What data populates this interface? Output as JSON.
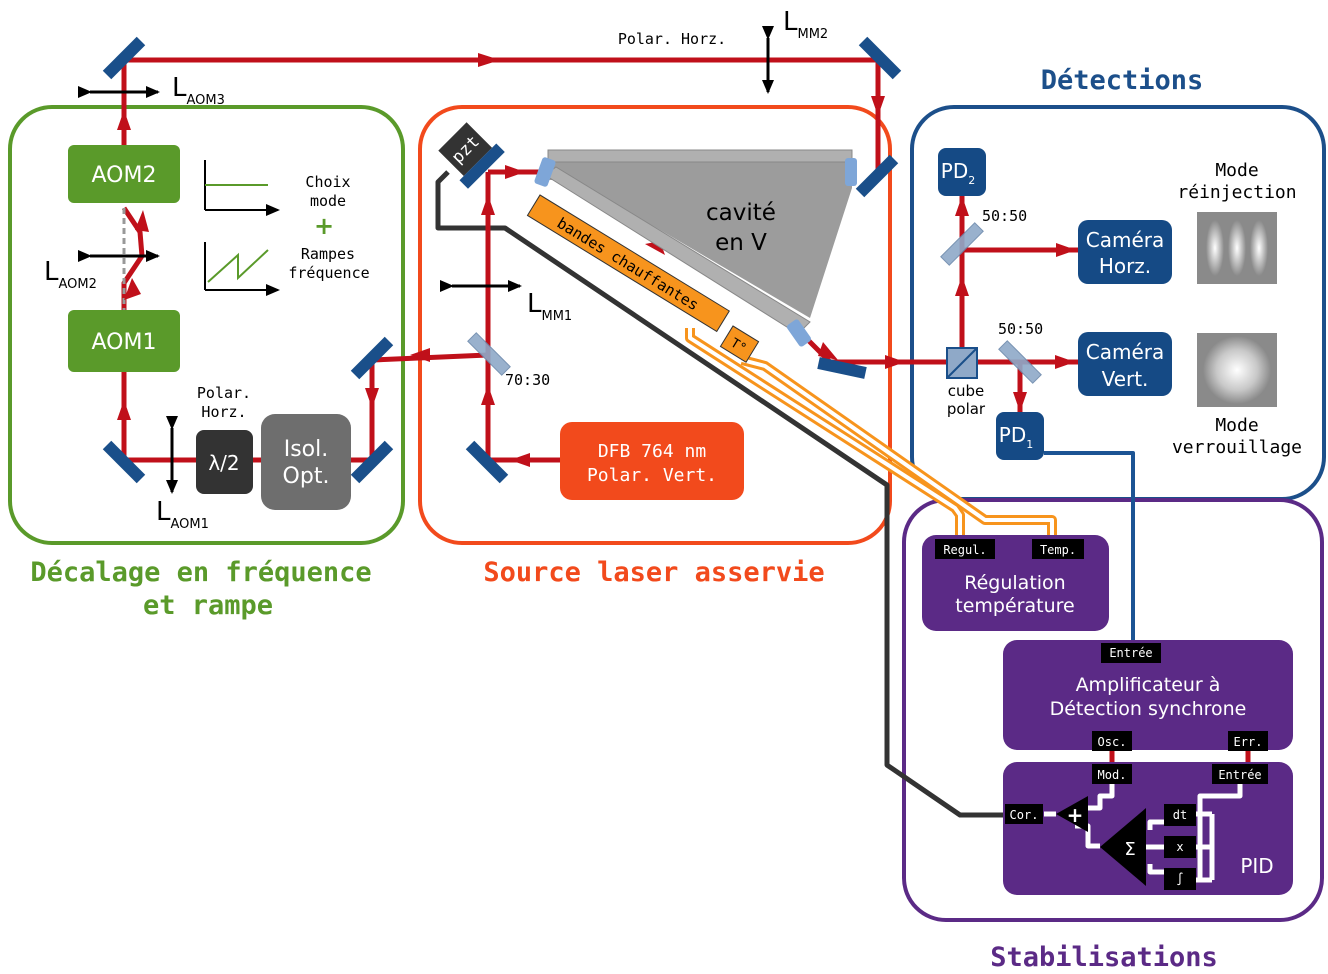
{
  "sections": {
    "frequency": {
      "title1": "Décalage en fréquence",
      "title2": "et rampe",
      "color": "#5a9a2a"
    },
    "source": {
      "title": "Source laser asservie",
      "color": "#f24a1c"
    },
    "detections": {
      "title": "Détections",
      "color": "#1c4f8a"
    },
    "stabilisations": {
      "title": "Stabilisations",
      "color": "#5b2a86"
    }
  },
  "labels": {
    "polar_horz_top": "Polar. Horz.",
    "l_mm2": "L",
    "l_mm2_sub": "MM2",
    "l_aom3": "L",
    "l_aom3_sub": "AOM3",
    "l_aom2": "L",
    "l_aom2_sub": "AOM2",
    "l_aom1": "L",
    "l_aom1_sub": "AOM1",
    "l_mm1": "L",
    "l_mm1_sub": "MM1",
    "aom2": "AOM2",
    "aom1": "AOM1",
    "choix1": "Choix",
    "choix2": "mode",
    "plus": "+",
    "rampes1": "Rampes",
    "rampes2": "fréquence",
    "polar_horz_left1": "Polar.",
    "polar_horz_left2": "Horz.",
    "lambda2": "λ/2",
    "isol1": "Isol.",
    "isol2": "Opt.",
    "pzt": "pzt",
    "cavite1": "cavité",
    "cavite2": "en V",
    "bandes": "bandes chauffantes",
    "temp_sensor": "T°",
    "ratio_70_30": "70:30",
    "dfb1": "DFB 764 nm",
    "dfb2": "Polar. Vert.",
    "pd2": "PD",
    "pd2_sub": "2",
    "pd1": "PD",
    "pd1_sub": "1",
    "ratio_50_50_a": "50:50",
    "ratio_50_50_b": "50:50",
    "cam_h1": "Caméra",
    "cam_h2": "Horz.",
    "cam_v1": "Caméra",
    "cam_v2": "Vert.",
    "mode_r1": "Mode",
    "mode_r2": "réinjection",
    "mode_v1": "Mode",
    "mode_v2": "verrouillage",
    "cube1": "cube",
    "cube2": "polar",
    "regul_port": "Regul.",
    "temp_port": "Temp.",
    "regul1": "Régulation",
    "regul2": "température",
    "entree_amp": "Entrée",
    "amp1": "Amplificateur à",
    "amp2": "Détection synchrone",
    "osc": "Osc.",
    "err": "Err.",
    "mod": "Mod.",
    "entree_pid": "Entrée",
    "cor": "Cor.",
    "sum_plus": "+",
    "sigma": "Σ",
    "dt": "dt",
    "x": "x",
    "integral": "∫",
    "pid": "PID"
  },
  "colors": {
    "beam": "#c0101a",
    "green_box": "#5a9a2a",
    "blue_box": "#154a85",
    "purple_box": "#5b2a86",
    "orange": "#f7941d",
    "dfb": "#f24a1c",
    "mirror": "#1a4f8a",
    "splitter": "#8fa9c8",
    "cable": "#333333",
    "gray_cavity": "#9c9c9c"
  }
}
